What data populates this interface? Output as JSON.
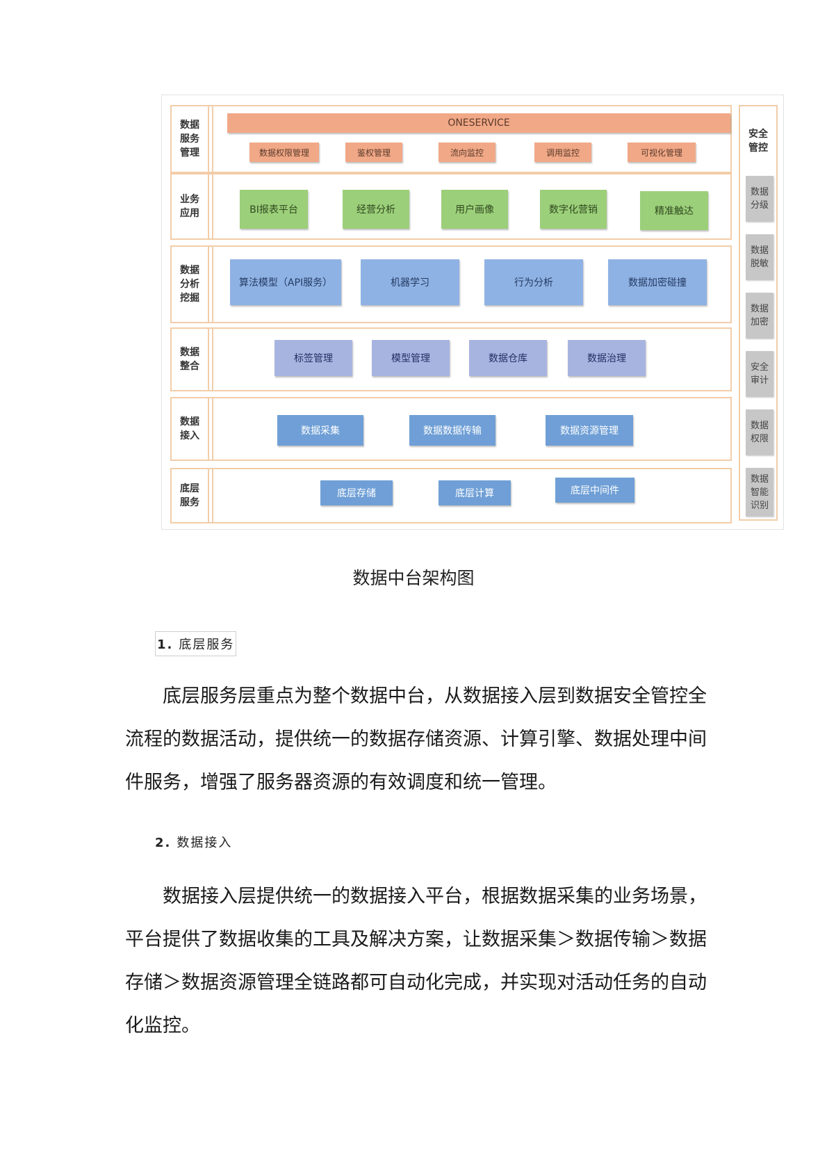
{
  "diagram": {
    "layers": [
      {
        "label": "数据\n服务\n管理",
        "banner": "ONESERVICE",
        "items": [
          "数据权限管理",
          "鉴权管理",
          "流向监控",
          "调用监控",
          "可视化管理"
        ]
      },
      {
        "label": "业务\n应用",
        "items": [
          "BI报表平台",
          "经营分析",
          "用户画像",
          "数字化营销",
          "精准触达"
        ]
      },
      {
        "label": "数据\n分析\n挖掘",
        "items": [
          "算法模型（API服务）",
          "机器学习",
          "行为分析",
          "数据加密碰撞"
        ]
      },
      {
        "label": "数据\n整合",
        "items": [
          "标签管理",
          "模型管理",
          "数据仓库",
          "数据治理"
        ]
      },
      {
        "label": "数据\n接入",
        "items": [
          "数据采集",
          "数据数据传输",
          "数据资源管理"
        ]
      },
      {
        "label": "底层\n服务",
        "items": [
          "底层存储",
          "底层计算",
          "底层中间件"
        ]
      }
    ],
    "security": {
      "title": "安全\n管控",
      "items": [
        "数据\n分级",
        "数据\n脱敏",
        "数据\n加密",
        "安全\n审计",
        "数据\n权限",
        "数据\n智能\n识别"
      ]
    }
  },
  "caption": "数据中台架构图",
  "sections": [
    {
      "number": "1.",
      "title": "底层服务",
      "lines": [
        "底层服务层重点为整个数据中台，从数据接入层到数据安全管控全",
        "流程的数据活动，提供统一的数据存储资源、计算引擎、数据处理中间",
        "件服务，增强了服务器资源的有效调度和统一管理。"
      ]
    },
    {
      "number": "2.",
      "title": "数据接入",
      "lines": [
        "数据接入层提供统一的数据接入平台，根据数据采集的业务场景，",
        "平台提供了数据收集的工具及解决方案，让数据采集＞数据传输＞数据",
        "存储＞数据资源管理全链路都可自动化完成，并实现对活动任务的自动",
        "化监控。"
      ]
    }
  ]
}
